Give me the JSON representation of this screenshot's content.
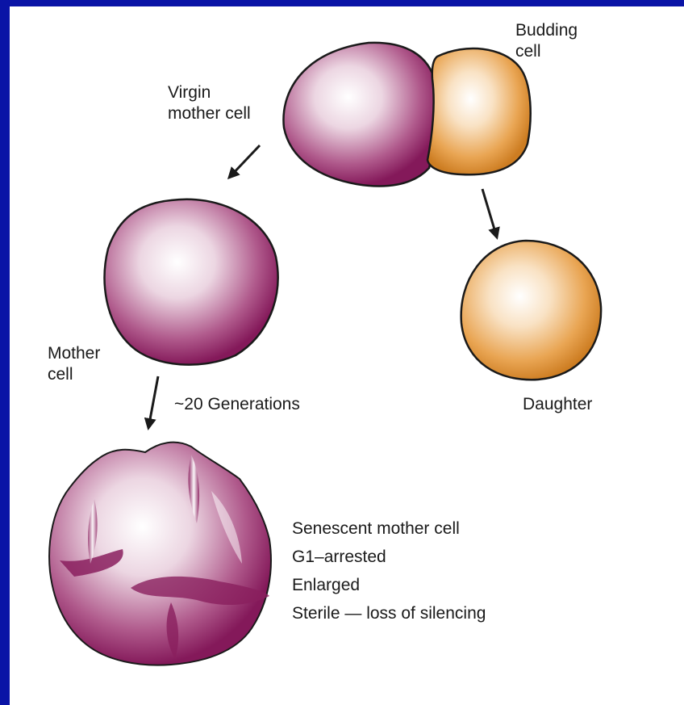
{
  "labels": {
    "budding_cell": [
      "Budding",
      "cell"
    ],
    "virgin_mother_cell": [
      "Virgin",
      "mother cell"
    ],
    "mother_cell": [
      "Mother",
      "cell"
    ],
    "generations": "~20 Generations",
    "daughter": "Daughter",
    "senescent_traits": [
      "Senescent mother cell",
      "G1–arrested",
      "Enlarged",
      "Sterile — loss of silencing"
    ]
  },
  "colors": {
    "background_border": "#0a14a6",
    "mother_cell": "#8a1f5e",
    "daughter_cell": "#d98a2c",
    "outline": "#1a1a1a"
  }
}
